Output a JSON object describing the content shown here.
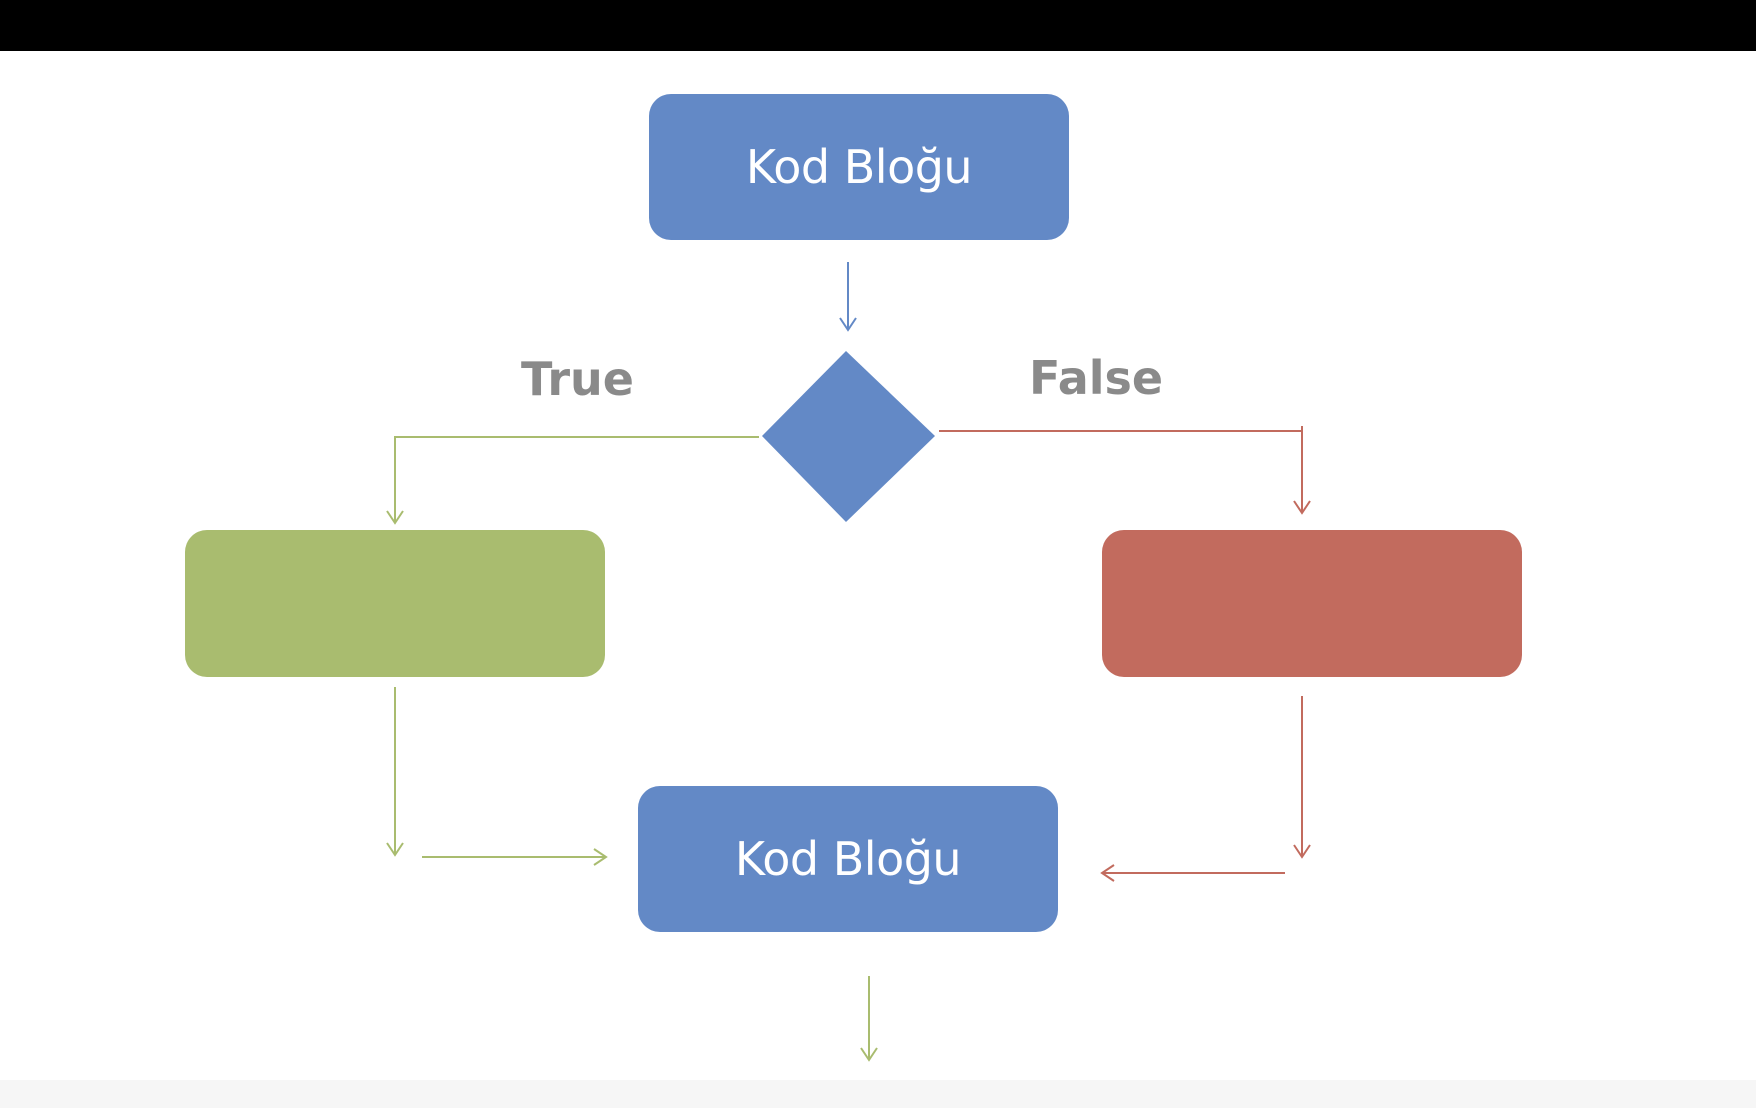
{
  "diagram": {
    "nodes": {
      "top_block": {
        "label": "Kod Bloğu"
      },
      "decision": {
        "label": ""
      },
      "true_block": {
        "label": ""
      },
      "false_block": {
        "label": ""
      },
      "bottom_block": {
        "label": "Kod Bloğu"
      }
    },
    "branches": {
      "true_label": "True",
      "false_label": "False"
    }
  },
  "colors": {
    "block_blue": "#6389c6",
    "true_green": "#a9bc6f",
    "false_red": "#c26b5e",
    "label_gray": "#8a8a8a",
    "top_bar": "#000000",
    "background": "#ffffff"
  }
}
